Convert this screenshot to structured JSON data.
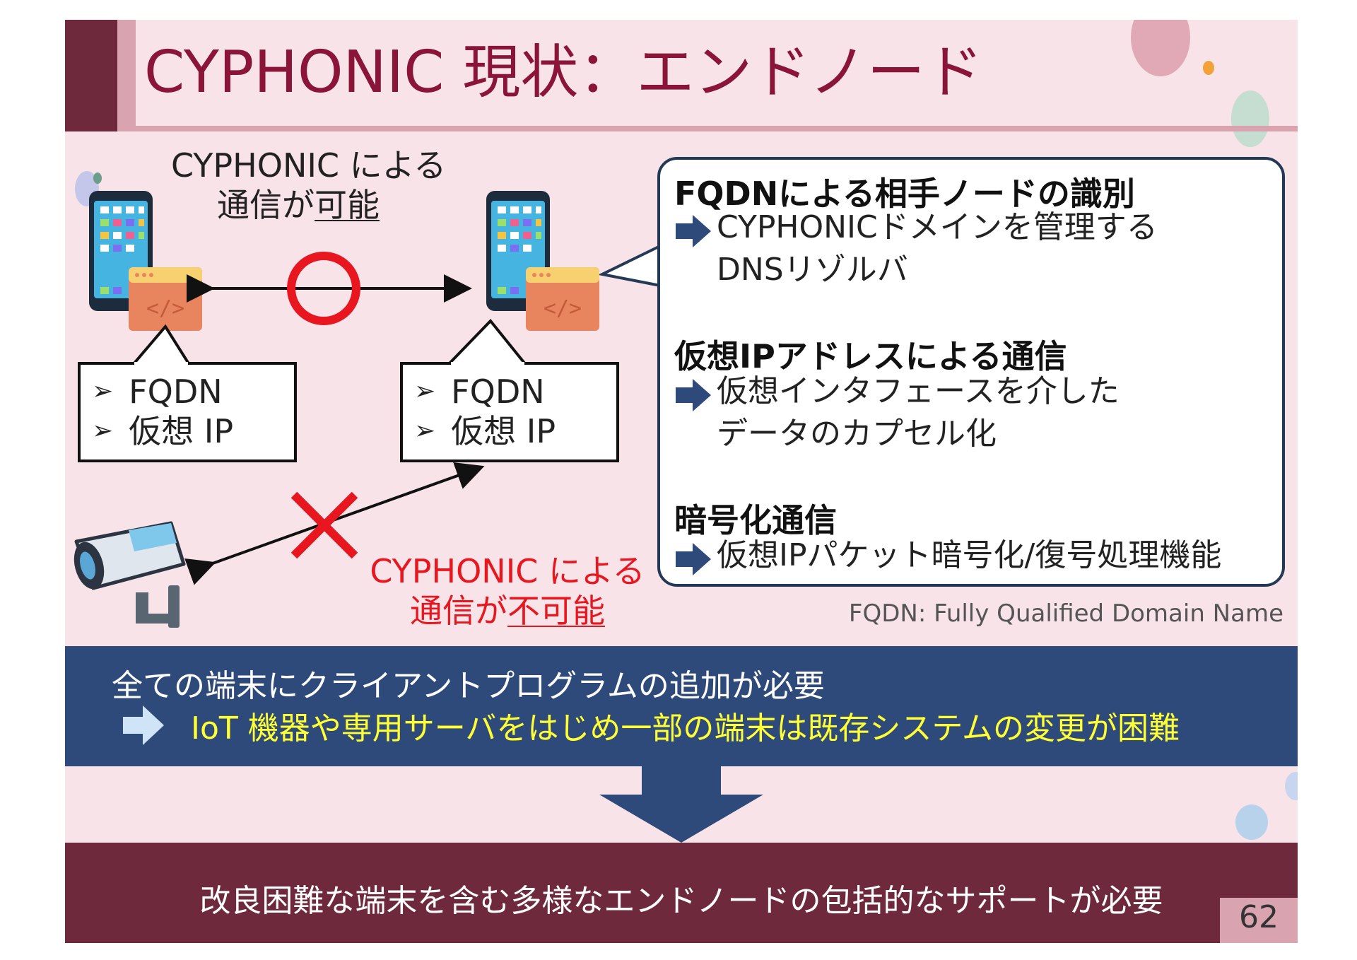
{
  "slide": {
    "title": "CYPHONIC 現状：エンドノード",
    "page_number": "62"
  },
  "diagram": {
    "ok_label_line1": "CYPHONIC による",
    "ok_label_line2_prefix": "通信が",
    "ok_label_line2_emph": "可能",
    "ng_label_line1": "CYPHONIC による",
    "ng_label_line2_prefix": "通信が",
    "ng_label_line2_emph": "不可能",
    "left_bubble": [
      "FQDN",
      "仮想 IP"
    ],
    "right_bubble": [
      "FQDN",
      "仮想 IP"
    ],
    "ok_symbol_color": "#e8171f",
    "ng_symbol_color": "#e8171f"
  },
  "info_box": {
    "sections": [
      {
        "heading": "FQDNによる相手ノードの識別",
        "lines": [
          "CYPHONICドメインを管理する",
          "DNSリゾルバ"
        ]
      },
      {
        "heading": "仮想IPアドレスによる通信",
        "lines": [
          "仮想インタフェースを介した",
          "データのカプセル化"
        ]
      },
      {
        "heading": "暗号化通信",
        "lines": [
          "仮想IPパケット暗号化/復号処理機能"
        ]
      }
    ]
  },
  "footnote": "FQDN: Fully Qualified Domain Name",
  "problem": {
    "line1": "全ての端末にクライアントプログラムの追加が必要",
    "line2": "IoT 機器や専用サーバをはじめ一部の端末は既存システムの変更が困難"
  },
  "conclusion": "改良困難な端末を含む多様なエンドノードの包括的なサポートが必要",
  "colors": {
    "title": "#8a1538",
    "accent_dark": "#6e2a3c",
    "accent_light": "#d9a3b0",
    "band_blue": "#2e4a7a",
    "highlight_yellow": "#ffff33",
    "alert_red": "#e8171f"
  }
}
